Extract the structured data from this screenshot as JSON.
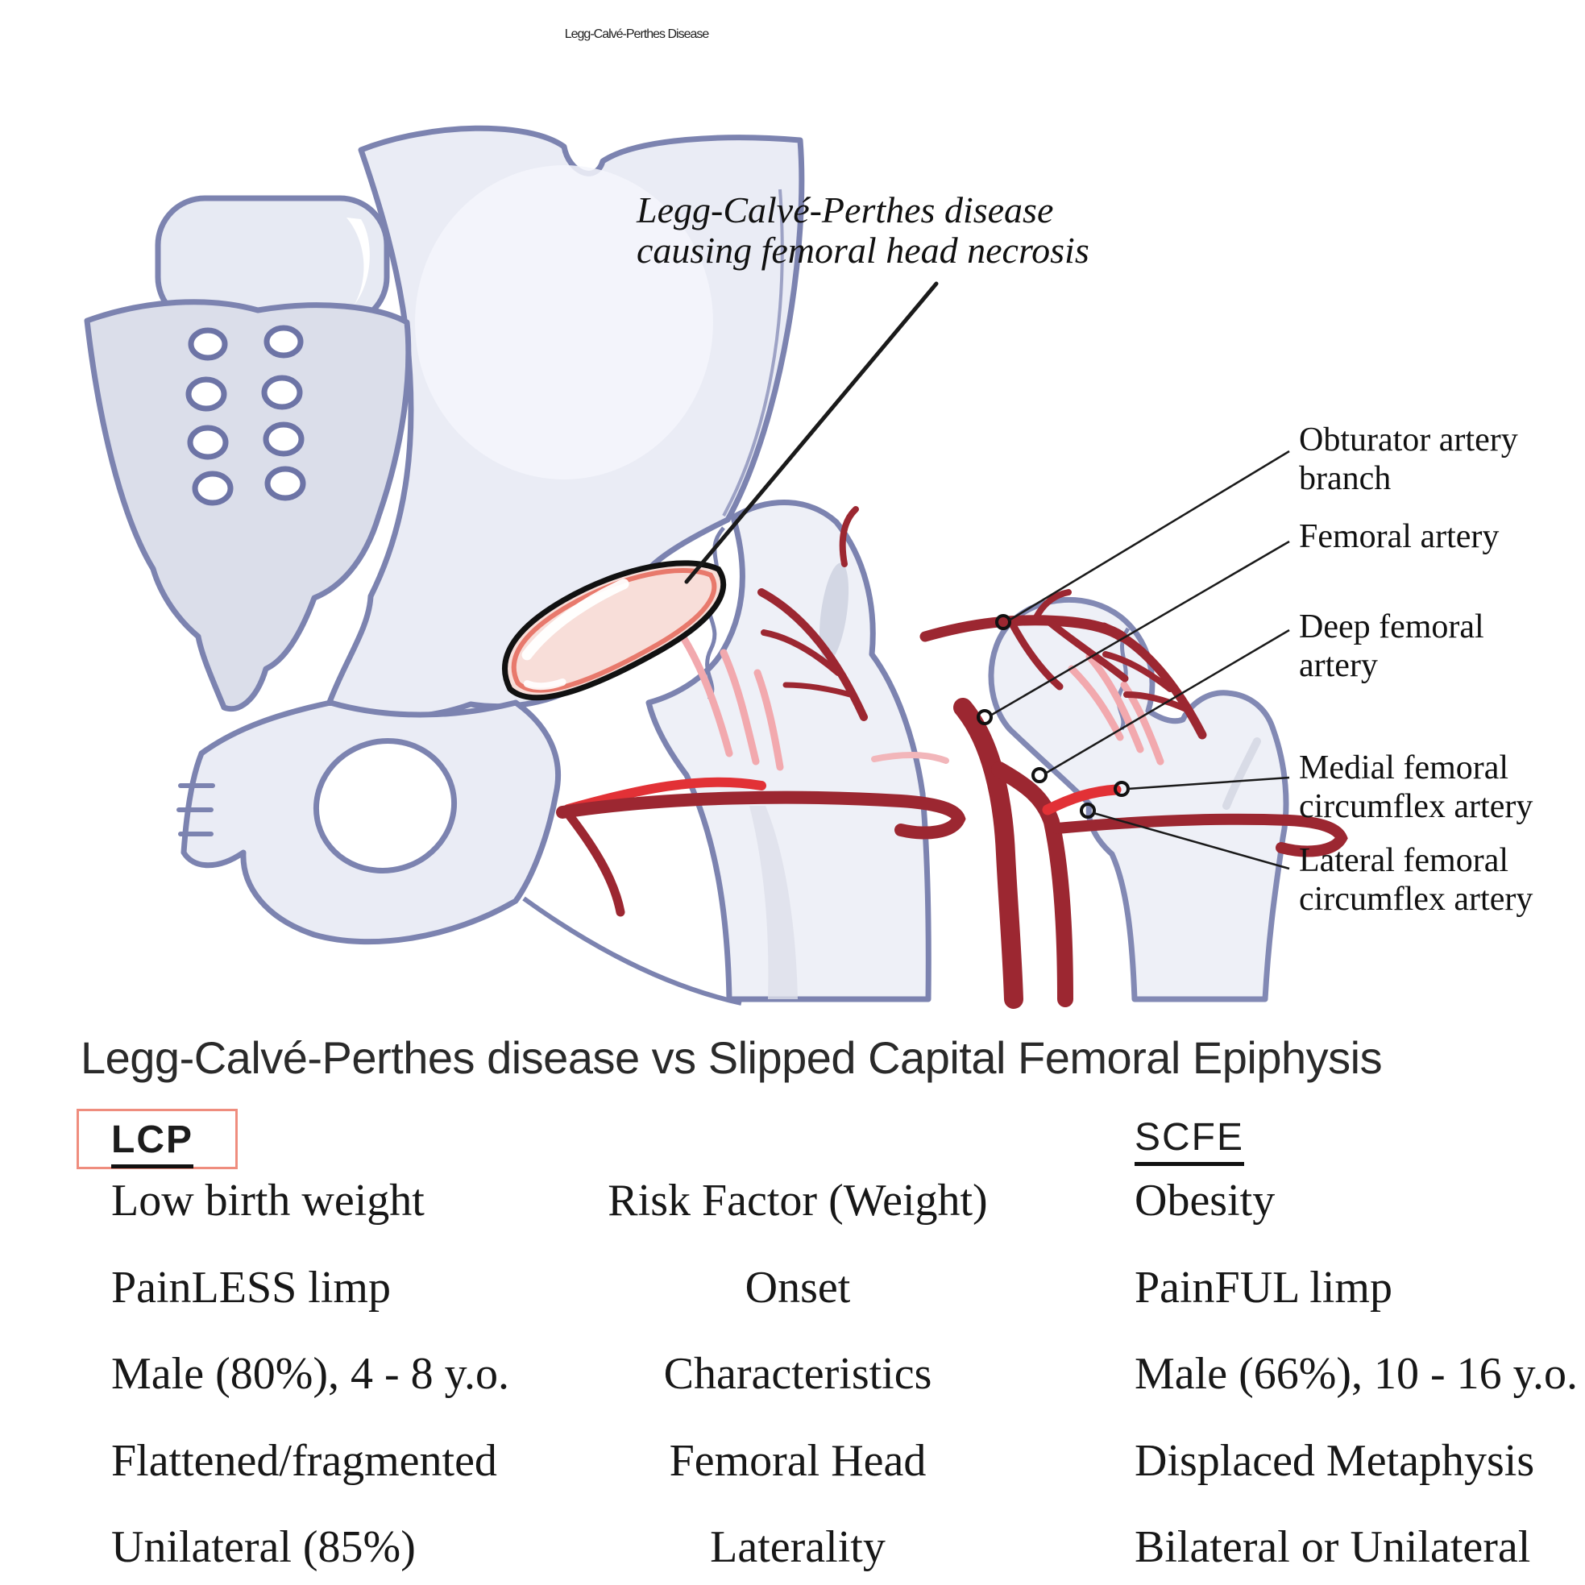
{
  "title": "Legg-Calvé-Perthes Disease",
  "annotation": {
    "line1": "Legg-Calvé-Perthes disease",
    "line2": "causing femoral head necrosis"
  },
  "artery_labels": [
    {
      "text": "Obturator artery\nbranch"
    },
    {
      "text": "Femoral artery"
    },
    {
      "text": "Deep femoral\nartery"
    },
    {
      "text": "Medial femoral\ncircumflex artery"
    },
    {
      "text": "Lateral femoral\ncircumflex artery"
    }
  ],
  "comparison": {
    "heading": "Legg-Calvé-Perthes disease vs Slipped Capital Femoral Epiphysis",
    "left_header": "LCP",
    "right_header": "SCFE",
    "rows": [
      {
        "lcp": "Low birth weight",
        "category": "Risk Factor (Weight)",
        "scfe": "Obesity"
      },
      {
        "lcp": "PainLESS limp",
        "category": "Onset",
        "scfe": "PainFUL limp"
      },
      {
        "lcp": "Male (80%), 4 - 8 y.o.",
        "category": "Characteristics",
        "scfe": "Male (66%), 10 - 16 y.o."
      },
      {
        "lcp": "Flattened/fragmented",
        "category": "Femoral Head",
        "scfe": "Displaced Metaphysis"
      },
      {
        "lcp": "Unilateral (85%)",
        "category": "Laterality",
        "scfe": "Bilateral or Unilateral"
      }
    ]
  },
  "colors": {
    "bone_outline": "#7c83b0",
    "bone_fill": "#eaecf5",
    "bone_fill_light": "#f5f6fb",
    "sacrum_fill": "#dbdeea",
    "artery_dark": "#9c2731",
    "artery_bright": "#e23136",
    "artery_pink": "#f2a9ae",
    "necrosis_fill": "#f8ded9",
    "necrosis_rim": "#e8796c",
    "lcp_box_border": "#ef8d7e",
    "text_color": "#1c1c1c"
  }
}
